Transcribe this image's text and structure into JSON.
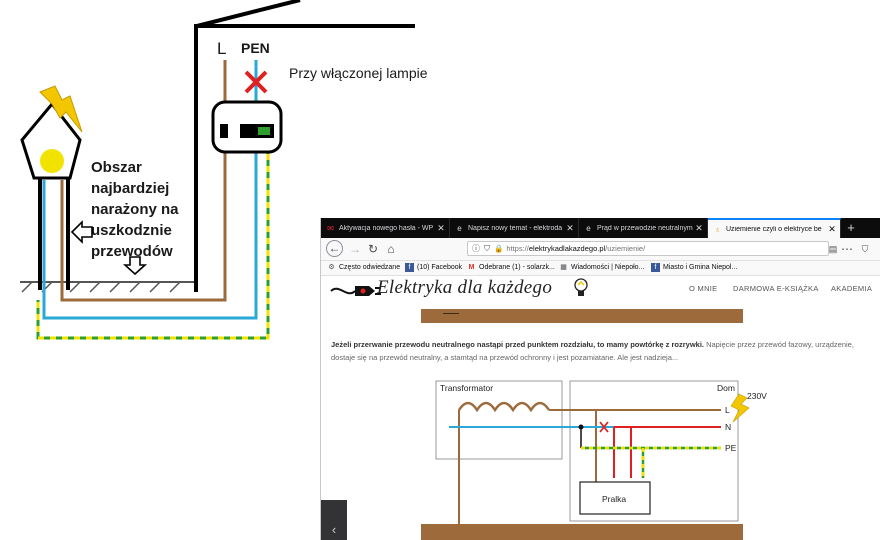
{
  "drawing": {
    "label_L": "L",
    "label_PEN": "PEN",
    "lamp_on_text": "Przy włączonej lampie",
    "risk_area_lines": [
      "Obszar",
      "najbardziej",
      "narażony na",
      "uszkodznie",
      "przewodów"
    ]
  },
  "browser": {
    "tabs": [
      {
        "label": "Aktywacja nowego hasła - WP",
        "icon": "mail-icon"
      },
      {
        "label": "Napisz nowy temat - elektroda",
        "icon": "globe-icon"
      },
      {
        "label": "Prąd w przewodzie neutralnym",
        "icon": "globe-icon"
      },
      {
        "label": "Uziemienie czyli o elektryce be",
        "icon": "bulb-icon"
      }
    ],
    "new_tab_label": "+",
    "url": {
      "scheme": "https://",
      "host": "elektrykadlakazdego.pl",
      "path": "/uziemienie/"
    },
    "bookmarks": [
      {
        "label": "Często odwiedzane",
        "icon": "gear-icon"
      },
      {
        "label": "(10) Facebook",
        "icon": "facebook-icon"
      },
      {
        "label": "Odebrane (1) - solarzk...",
        "icon": "gmail-icon"
      },
      {
        "label": "Wiadomości | Niepoło...",
        "icon": "news-icon"
      },
      {
        "label": "Miasto i Gmina Niepol...",
        "icon": "facebook-icon"
      }
    ],
    "site": {
      "logo_text": "Elektryka dla każdego",
      "menu": [
        "O MNIE",
        "DARMOWA E-KSIĄŻKA",
        "AKADEMIA"
      ]
    },
    "article": {
      "bold": "Jeżeli przerwanie przewodu neutralnego nastąpi przed punktem rozdziału, to mamy powtórkę z rozrywki.",
      "normal": " Napięcie przez przewód fazowy, urządzenie, dostaje się na przewód neutralny, a stamtąd na przewód ochronny i jest pozamiatane. Ale jest nadzieja..."
    },
    "scheme": {
      "transformer_label": "Transformator",
      "house_label": "Dom",
      "voltage_label": "230V",
      "wire_L": "L",
      "wire_N": "N",
      "wire_PE": "PE",
      "device_label": "Pralka"
    },
    "colors": {
      "brown": "#9c6a3b",
      "blue": "#2aa9d6",
      "red": "#e02020",
      "green": "#2e9e2e",
      "yellow": "#f2e200"
    }
  }
}
